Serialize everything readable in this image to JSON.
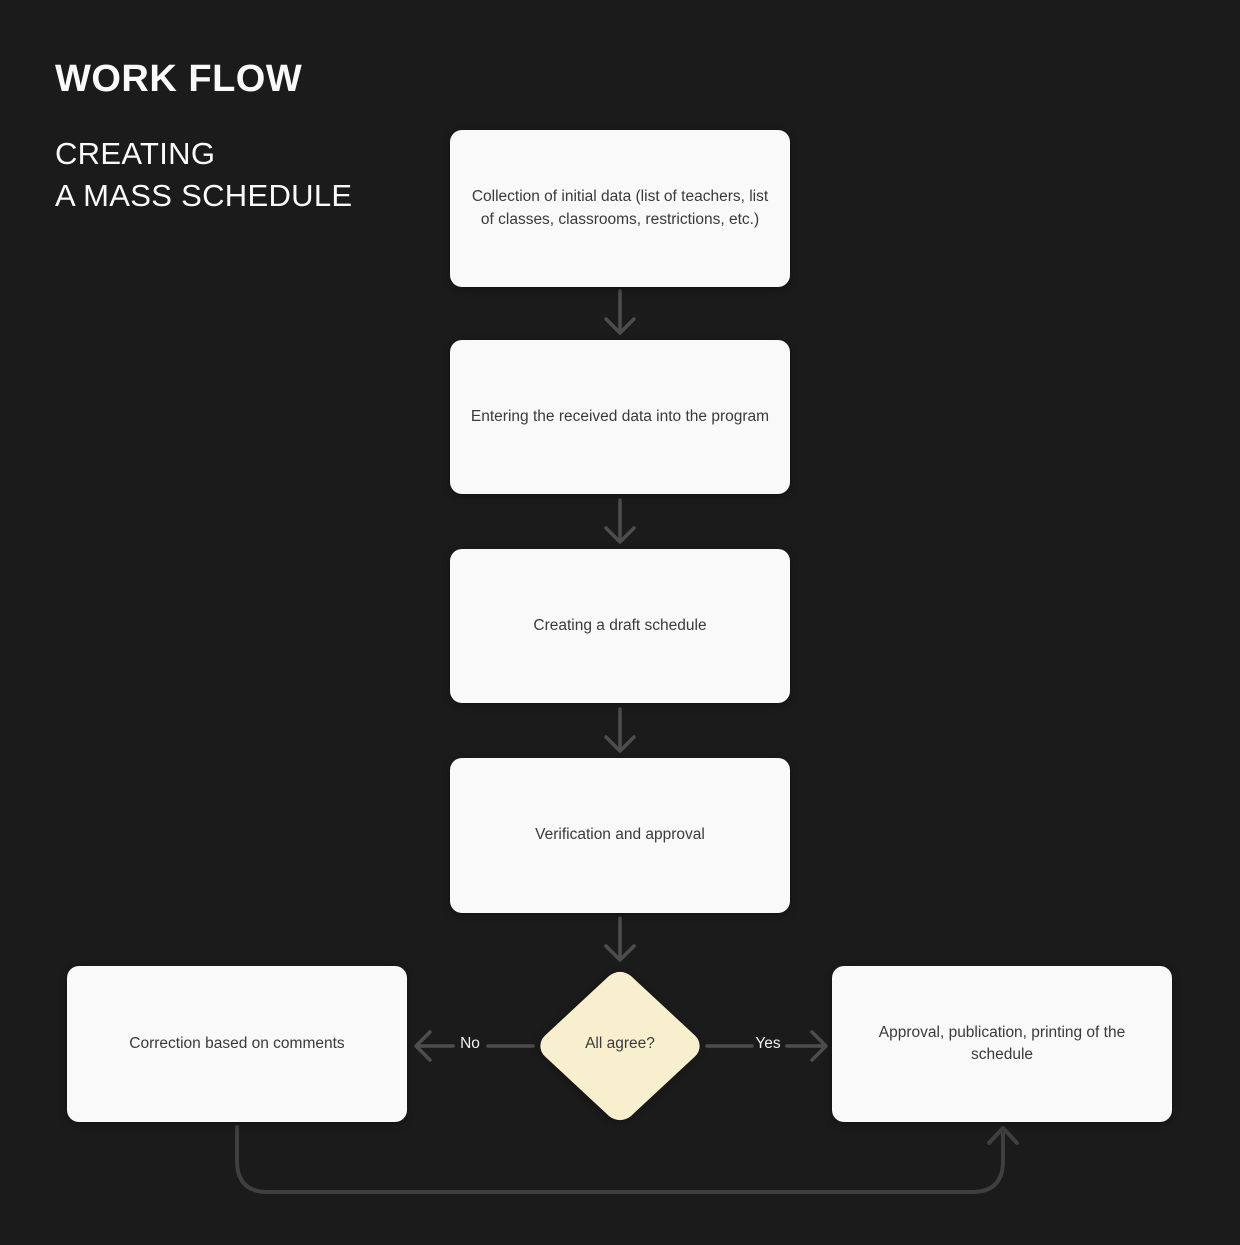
{
  "title": "WORK FLOW",
  "subtitle": {
    "line1": "CREATING",
    "line2": "A MASS SCHEDULE"
  },
  "flowchart": {
    "nodes": [
      {
        "id": "collect-initial-data",
        "type": "process",
        "label": "Collection of initial data (list of teachers, list of classes, classrooms, restrictions, etc.)"
      },
      {
        "id": "enter-data",
        "type": "process",
        "label": "Entering the received data into the program"
      },
      {
        "id": "create-draft",
        "type": "process",
        "label": "Creating a draft schedule"
      },
      {
        "id": "verification",
        "type": "process",
        "label": "Verification and approval"
      },
      {
        "id": "all-agree",
        "type": "decision",
        "label": "All agree?"
      },
      {
        "id": "correction",
        "type": "process",
        "label": "Correction based on comments"
      },
      {
        "id": "approval-publication",
        "type": "process",
        "label": "Approval, publication, printing of the schedule"
      }
    ],
    "edges": [
      {
        "from": "collect-initial-data",
        "to": "enter-data",
        "label": ""
      },
      {
        "from": "enter-data",
        "to": "create-draft",
        "label": ""
      },
      {
        "from": "create-draft",
        "to": "verification",
        "label": ""
      },
      {
        "from": "verification",
        "to": "all-agree",
        "label": ""
      },
      {
        "from": "all-agree",
        "to": "correction",
        "label": "No"
      },
      {
        "from": "all-agree",
        "to": "approval-publication",
        "label": "Yes"
      },
      {
        "from": "correction",
        "to": "approval-publication",
        "label": ""
      }
    ]
  },
  "colors": {
    "background": "#1b1b1b",
    "node_fill": "#f9f9f9",
    "node_text": "#3a3a3a",
    "decision_fill": "#f7efce",
    "arrow": "#4d4d4d",
    "loop_arrow": "#3f3f3f",
    "title_text": "#fafafa",
    "label_text": "#f0f0f0"
  }
}
